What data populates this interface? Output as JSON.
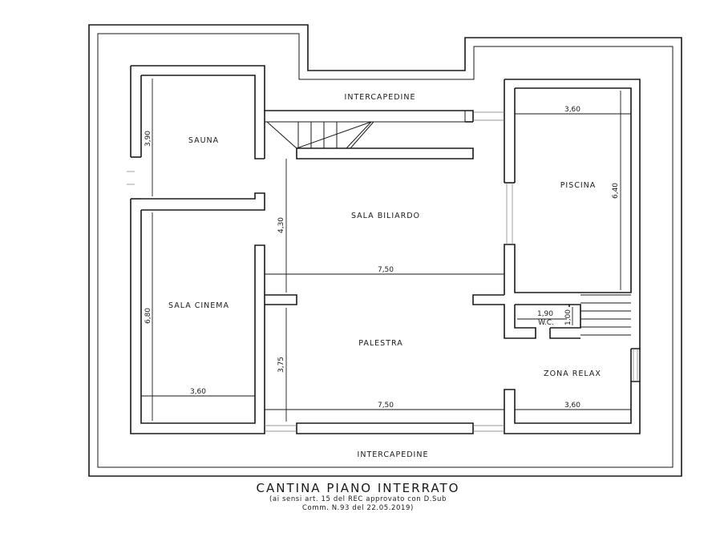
{
  "rooms": {
    "intercapedine_top": "INTERCAPEDINE",
    "intercapedine_bottom": "INTERCAPEDINE",
    "sauna": "SAUNA",
    "sala_biliardo": "SALA BILIARDO",
    "piscina": "PISCINA",
    "sala_cinema": "SALA CINEMA",
    "palestra": "PALESTRA",
    "zona_relax": "ZONA RELAX",
    "wc": "W.C."
  },
  "dimensions": {
    "sauna_height": "3,90",
    "piscina_width": "3,60",
    "piscina_height": "6,40",
    "biliardo_height": "4,30",
    "biliardo_width": "7,50",
    "cinema_height": "6,80",
    "cinema_width": "3,60",
    "palestra_height": "3,75",
    "palestra_width": "7,50",
    "relax_width": "3,60",
    "wc_width": "1,90",
    "wc_height": "1,00"
  },
  "caption": {
    "title": "CANTINA PIANO INTERRATO",
    "note_line1": "(ai sensi art. 15 del REC approvato con D.Sub",
    "note_line2": "Comm. N.93 del 22.05.2019)"
  }
}
